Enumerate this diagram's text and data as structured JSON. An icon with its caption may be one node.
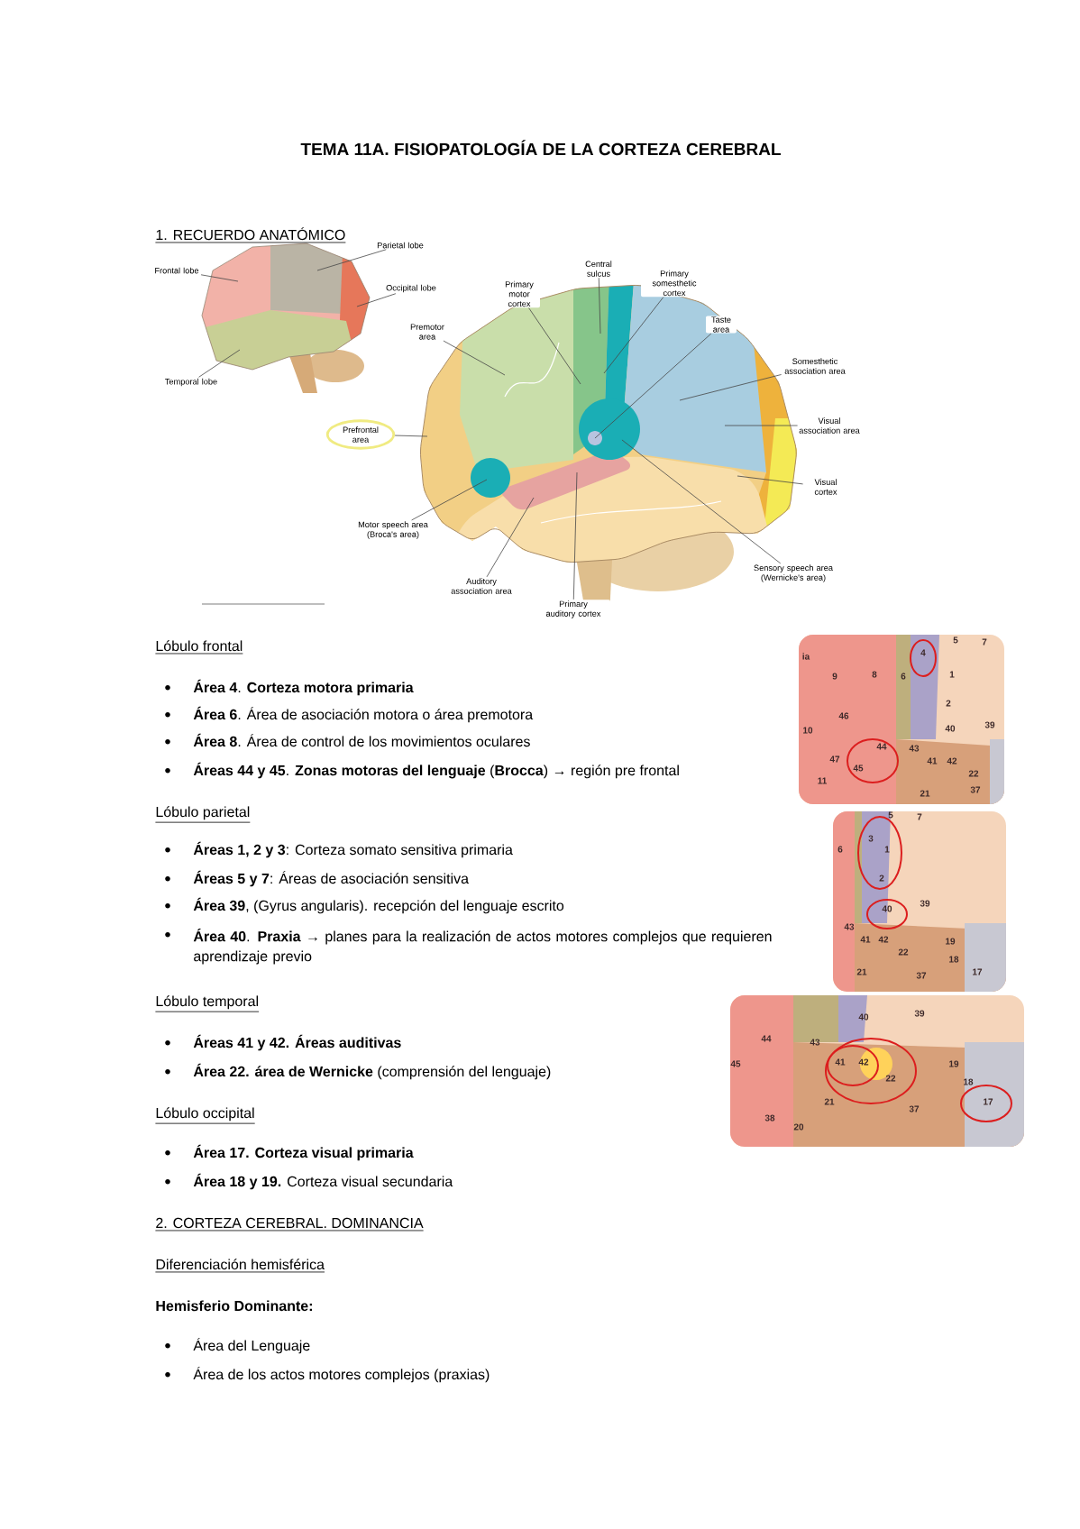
{
  "diagram": {
    "title": "TEMA 11A. FISIOPATOLOGÍA DE LA CORTEZA CEREBRAL",
    "nodes": [
      {
        "text": [
          "Frontal lobe"
        ]
      },
      {
        "text": [
          "Parietal lobe"
        ]
      },
      {
        "text": [
          "Occipital lobe"
        ]
      },
      {
        "text": [
          "Temporal lobe"
        ]
      },
      {
        "text": [
          "Premotor area"
        ]
      },
      {
        "text": [
          "Primary motor cortex"
        ]
      },
      {
        "text": [
          "Central sulcus"
        ]
      },
      {
        "text": [
          "Primary somesthetic cortex"
        ]
      },
      {
        "text": [
          "Taste area"
        ]
      },
      {
        "text": [
          "Somesthetic association area"
        ]
      },
      {
        "text": [
          "Prefrontal area"
        ]
      },
      {
        "text": [
          "Visual association area"
        ]
      },
      {
        "text": [
          "Visual cortex"
        ]
      },
      {
        "text": [
          "Motor speech area (Broca's area)"
        ]
      },
      {
        "text": [
          "Sensory speech area (Wernicke's area)"
        ]
      },
      {
        "text": [
          "Auditory association area"
        ]
      },
      {
        "text": [
          "Primary auditory cortex"
        ]
      }
    ],
    "edges": [
      {
        "from": 0,
        "to": null,
        "arrow": "none"
      },
      {
        "from": 1,
        "to": null,
        "arrow": "none"
      },
      {
        "from": 2,
        "to": null,
        "arrow": "none"
      },
      {
        "from": 3,
        "to": null,
        "arrow": "none"
      },
      {
        "from": 4,
        "to": null,
        "arrow": "none"
      },
      {
        "from": 5,
        "to": null,
        "arrow": "none"
      },
      {
        "from": 6,
        "to": null,
        "arrow": "none"
      },
      {
        "from": 7,
        "to": null,
        "arrow": "none"
      },
      {
        "from": 8,
        "to": null,
        "arrow": "none"
      },
      {
        "from": 9,
        "to": null,
        "arrow": "none"
      },
      {
        "from": 10,
        "to": null,
        "arrow": "none"
      },
      {
        "from": 11,
        "to": null,
        "arrow": "none"
      },
      {
        "from": 12,
        "to": null,
        "arrow": "none"
      },
      {
        "from": 13,
        "to": null,
        "arrow": "none"
      },
      {
        "from": 14,
        "to": null,
        "arrow": "none"
      },
      {
        "from": 15,
        "to": null,
        "arrow": "none"
      },
      {
        "from": 16,
        "to": null,
        "arrow": "none"
      }
    ],
    "labels": [
      "1. RECUERDO ANATÓMICO",
      "Lóbulo frontal",
      "**Área 4**. **Corteza motora primaria**",
      "**Área 6**. Área de asociación motora o área premotora",
      "**Área 8**. Área de control de los movimientos oculares",
      "**Áreas 44 y 45**. **Zonas motoras del lenguaje** (**Brocca**) → región pre frontal",
      "Lóbulo parietal",
      "**Áreas 1, 2 y 3**: Corteza somato sensitiva primaria",
      "**Áreas 5 y 7**: Áreas de asociación sensitiva",
      "**Área 39**, (Gyrus angularis). recepción del lenguaje escrito",
      "**Área 40**. **Praxia** → planes para la realización de actos motores complejos que requieren aprendizaje previo",
      "Lóbulo temporal",
      "Áreas 41 y 42. Áreas auditivas",
      "**Área 22. área de Wernicke** (comprensión del lenguaje)",
      "Lóbulo occipital",
      "Área 17. Corteza visual primaria",
      "**Área 18 y 19.** Corteza visual secundaria",
      "2. CORTEZA CEREBRAL. DOMINANCIA",
      "Diferenciación hemisférica",
      "Hemisferio Dominante:",
      "Área del Lenguaje",
      "Área de los actos motores complejos (praxias)",
      "ia",
      "5",
      "7",
      "4",
      "9",
      "8",
      "6",
      "1",
      "2",
      "46",
      "10",
      "40",
      "39",
      "44",
      "43",
      "47",
      "45",
      "41",
      "42",
      "22",
      "11",
      "21",
      "37",
      "5",
      "7",
      "3",
      "6",
      "1",
      "2",
      "40",
      "39",
      "43",
      "41",
      "42",
      "22",
      "19",
      "18",
      "21",
      "37",
      "17",
      "40",
      "39",
      "44",
      "43",
      "45",
      "41",
      "42",
      "22",
      "19",
      "18",
      "21",
      "37",
      "17",
      "38",
      "20"
    ]
  }
}
